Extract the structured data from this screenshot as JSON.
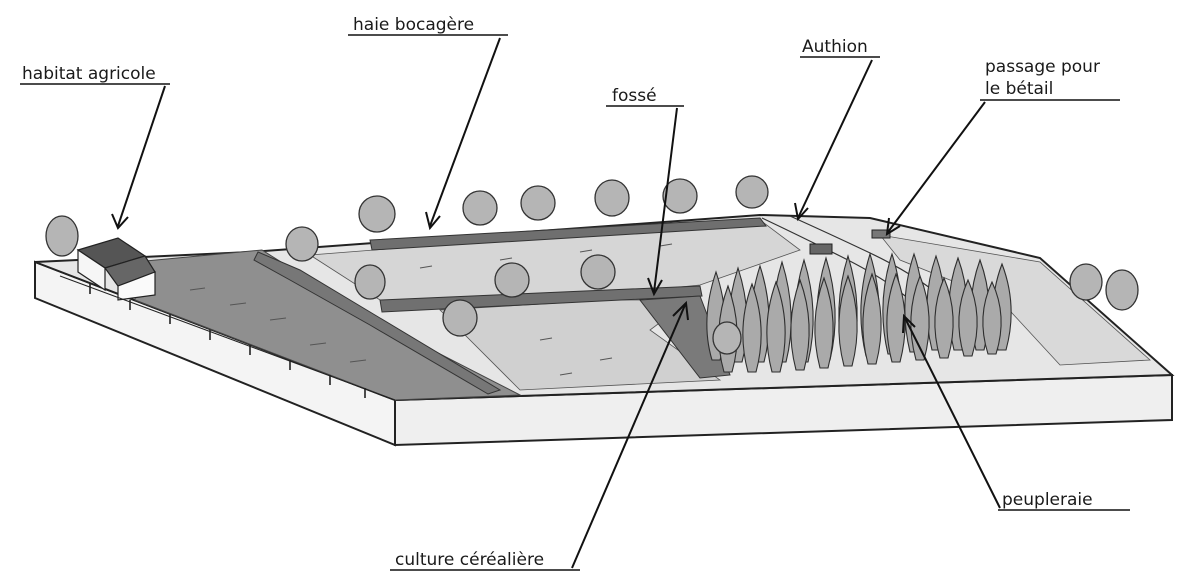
{
  "labels": {
    "habitat": "habitat agricole",
    "haie": "haie bocagère",
    "fosse": "fossé",
    "authion": "Authion",
    "passage_l1": "passage pour",
    "passage_l2": "le bétail",
    "peupleraie": "peupleraie",
    "culture": "culture céréalière"
  },
  "colors": {
    "ink": "#1a1a1a",
    "field_dark": "#8e8e8e",
    "field_light": "#dcdcdc",
    "hedge": "#6f6f6f",
    "block_side": "#f2f2f2"
  }
}
